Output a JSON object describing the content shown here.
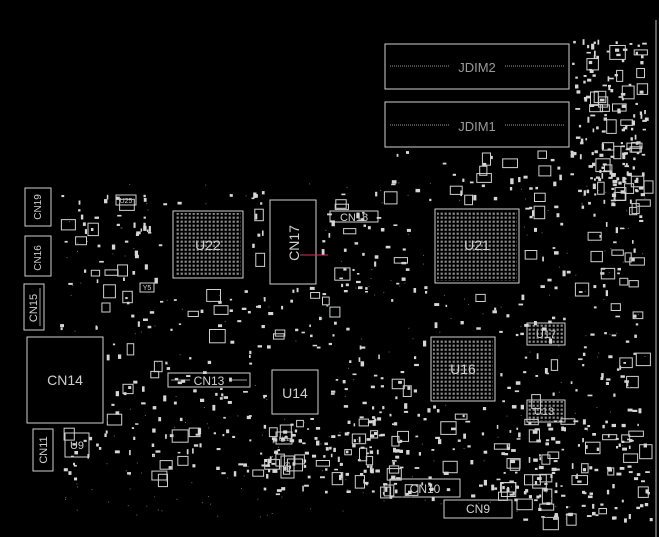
{
  "components": {
    "jdim2": "JDIM2",
    "jdim1": "JDIM1",
    "u22": "U22",
    "u21": "U21",
    "u16": "U16",
    "cn17": "CN17",
    "cn18": "CN18",
    "cn19": "CN19",
    "cn16": "CN16",
    "cn15": "CN15",
    "cn14": "CN14",
    "cn13": "CN13",
    "cn11": "CN11",
    "cn10": "CN10",
    "cn9": "CN9",
    "u14": "U14",
    "u9": "U9",
    "u17": "U17",
    "u13": "U13",
    "u25": "U25",
    "u11": "U11",
    "u29": "U29",
    "y5": "Y5"
  },
  "colors": {
    "background": "#000000",
    "silkscreen": "#cfcfcf"
  }
}
